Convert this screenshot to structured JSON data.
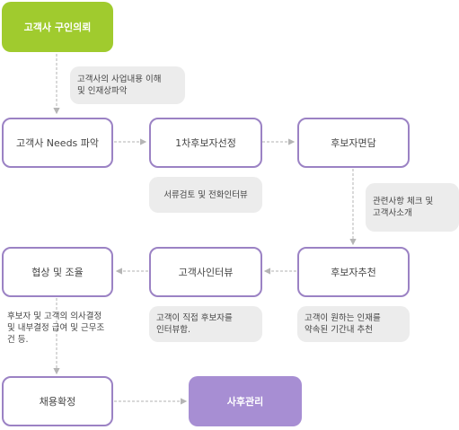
{
  "nodes": {
    "start": "고객사 구인의뢰",
    "needs": "고객사 Needs 파악",
    "select": "1차후보자선정",
    "interview_candidate": "후보자면담",
    "recommend": "후보자추천",
    "client_interview": "고객사인터뷰",
    "negotiate": "협상 및 조율",
    "confirm": "채용확정",
    "followup": "사후관리"
  },
  "notes": {
    "understand": [
      "고객사의 사업내용 이해",
      "및 인재상파악"
    ],
    "screening": [
      "서류검토 및 전화인터뷰"
    ],
    "check": [
      "관련사항 체크 및",
      "고객사소개"
    ],
    "recommend_note": [
      "고객이 원하는 인재를",
      "약속된 기간내 추천"
    ],
    "direct": [
      "고객이 직접 후보자를",
      "인터뷰함."
    ],
    "decision": [
      "후보자 및 고객의 의사결정",
      "및 내부결정 급여 및 근무조",
      "건 등."
    ]
  },
  "colors": {
    "start": "#a0cb2e",
    "end": "#a78ed3",
    "border": "#9b82c4",
    "note": "#ececec",
    "connector": "#c0c0c0"
  }
}
